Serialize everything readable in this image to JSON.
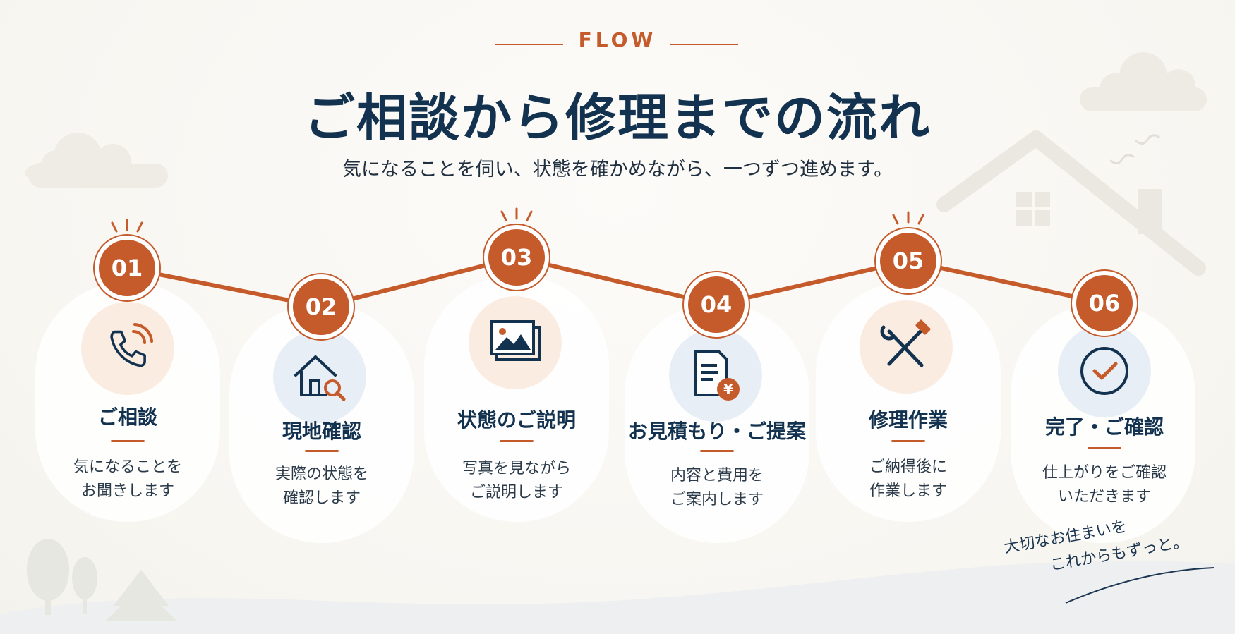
{
  "header": {
    "eyebrow": "FLOW",
    "title": "ご相談から修理までの流れ",
    "subtitle": "気になることを伺い、状態を確かめながら、一つずつ進めます。"
  },
  "steps": [
    {
      "number": "01",
      "title": "ご相談",
      "desc_line1": "気になることを",
      "desc_line2": "お聞きします",
      "icon": "phone-icon"
    },
    {
      "number": "02",
      "title": "現地確認",
      "desc_line1": "実際の状態を",
      "desc_line2": "確認します",
      "icon": "house-search-icon"
    },
    {
      "number": "03",
      "title": "状態のご説明",
      "desc_line1": "写真を見ながら",
      "desc_line2": "ご説明します",
      "icon": "photo-icon"
    },
    {
      "number": "04",
      "title": "お見積もり・ご提案",
      "desc_line1": "内容と費用を",
      "desc_line2": "ご案内します",
      "icon": "estimate-document-icon"
    },
    {
      "number": "05",
      "title": "修理作業",
      "desc_line1": "ご納得後に",
      "desc_line2": "作業します",
      "icon": "tools-icon"
    },
    {
      "number": "06",
      "title": "完了・ご確認",
      "desc_line1": "仕上がりをご確認",
      "desc_line2": "いただきます",
      "icon": "check-circle-icon"
    }
  ],
  "tagline": {
    "line1": "大切なお住まいを",
    "line2": "これからもずっと。"
  },
  "colors": {
    "accent": "#c55a2b",
    "navy": "#12324f",
    "warm_circle": "#fbece2",
    "cool_circle": "#e8eef6"
  }
}
